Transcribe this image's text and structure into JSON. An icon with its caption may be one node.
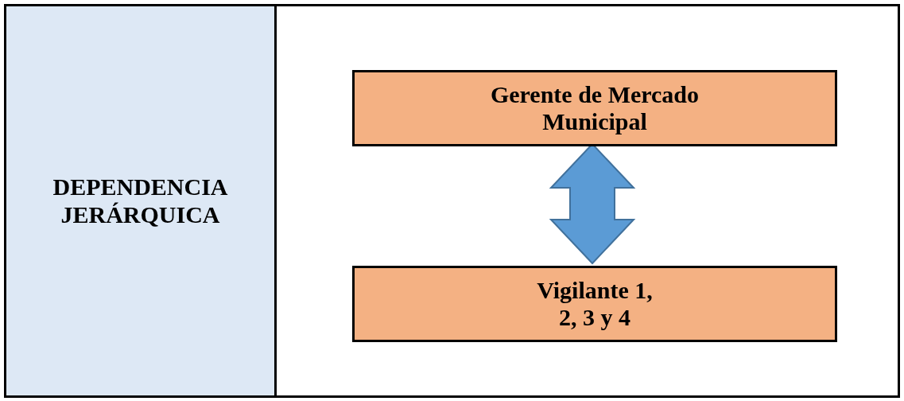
{
  "diagram": {
    "nodes": [
      {
        "text": [
          "DEPENDENCIA JERÁRQUICA"
        ]
      },
      {
        "text": [],
        "shape": "box"
      },
      {
        "text": [
          "Gerente de Mercado Municipal"
        ],
        "in": 1
      },
      {
        "text": [
          "Vigilante 1, 2, 3 y 4"
        ],
        "in": 1
      }
    ],
    "edges": [
      {
        "from": 2,
        "to": 3,
        "arrow": "both",
        "style": "thick",
        "color": "#5b9bd5"
      }
    ]
  }
}
